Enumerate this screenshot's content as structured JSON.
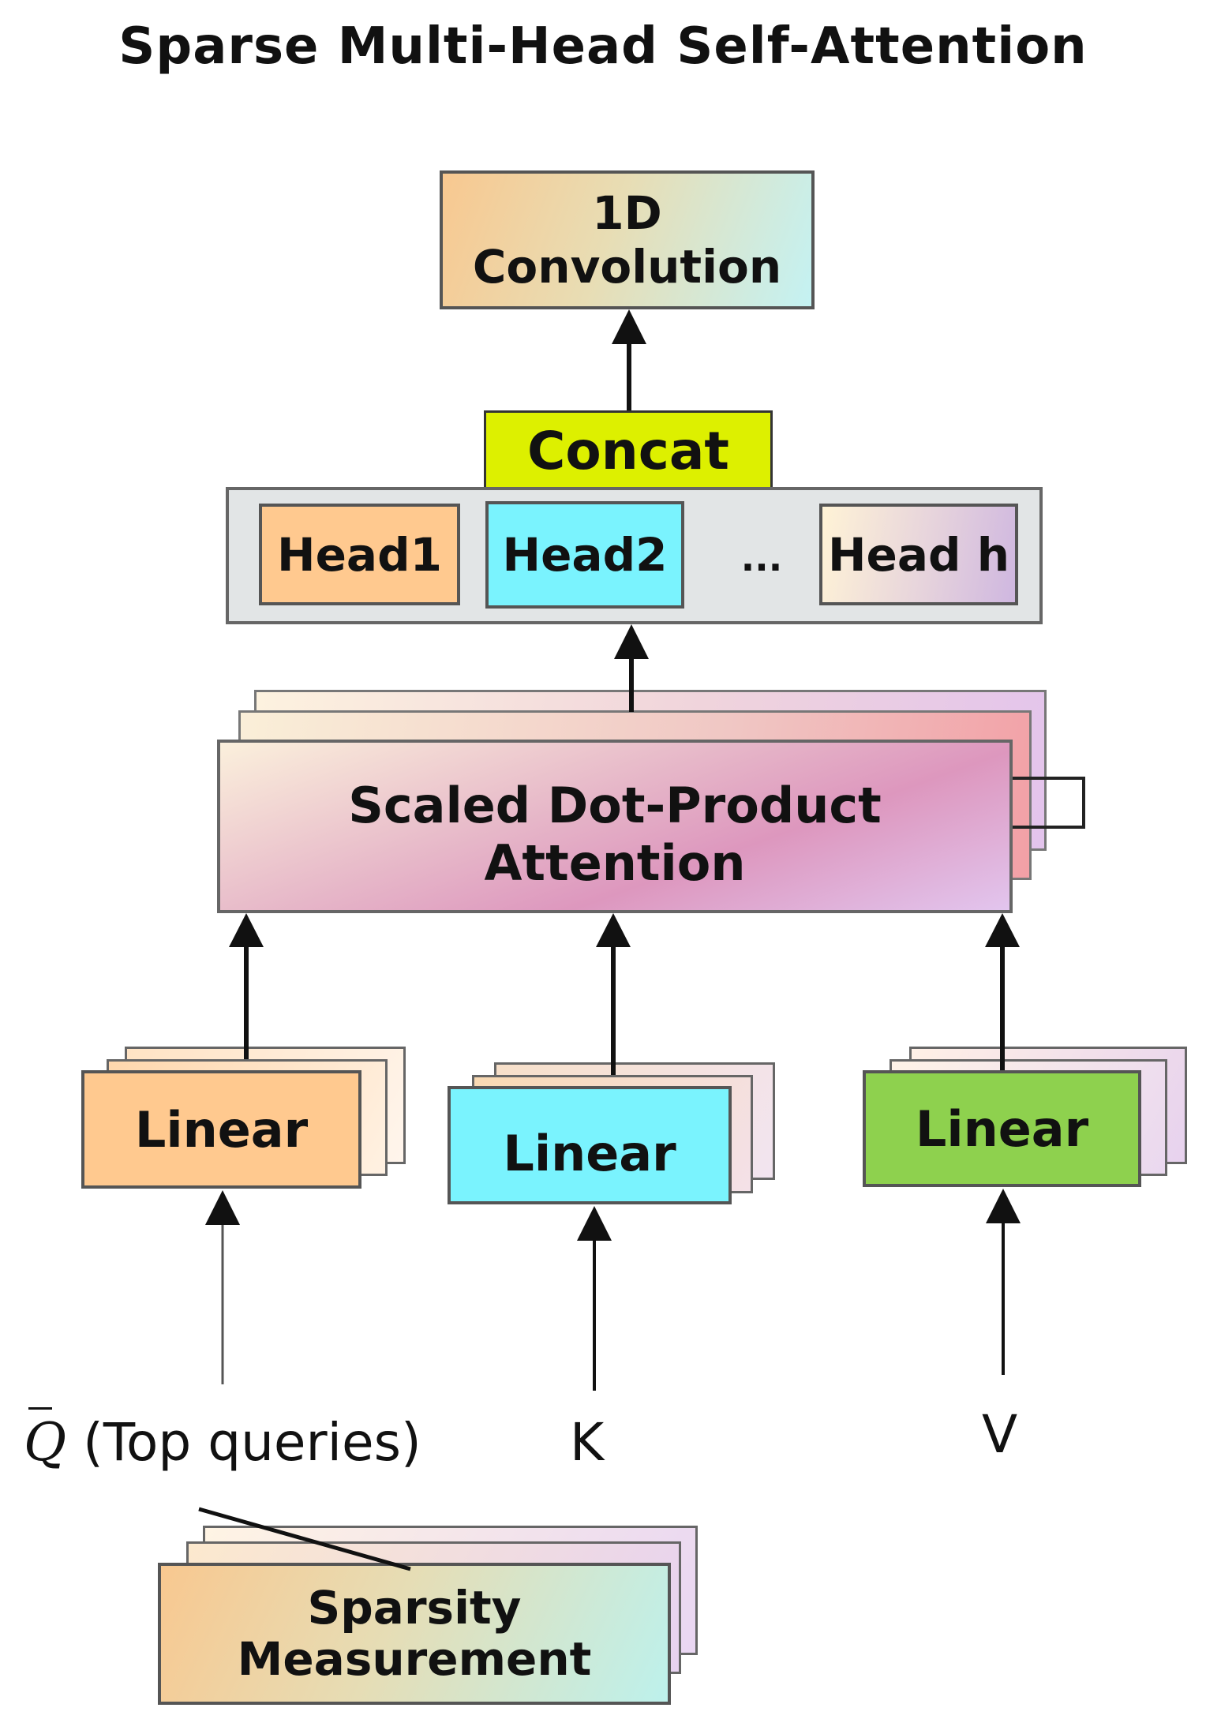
{
  "title": "Sparse Multi-Head Self-Attention",
  "conv": {
    "label": "1D Convolution"
  },
  "concat": {
    "label": "Concat"
  },
  "heads": {
    "head1": "Head1",
    "head2": "Head2",
    "ellipsis": "...",
    "headh": "Head h"
  },
  "attention": {
    "label": "Scaled Dot-Product Attention"
  },
  "linear": {
    "q": "Linear",
    "k": "Linear",
    "v": "Linear"
  },
  "inputs": {
    "q_symbol": "Q",
    "q_text": "(Top queries)",
    "k": "K",
    "v": "V"
  },
  "sparsity": {
    "line1": "Sparsity",
    "line2": "Measurement"
  },
  "colors": {
    "orange": "#FFC98F",
    "cyan": "#7AF3FE",
    "green": "#8ED14E",
    "concat_yellow": "#DDF000",
    "panel_gray": "#E2E5E6"
  }
}
